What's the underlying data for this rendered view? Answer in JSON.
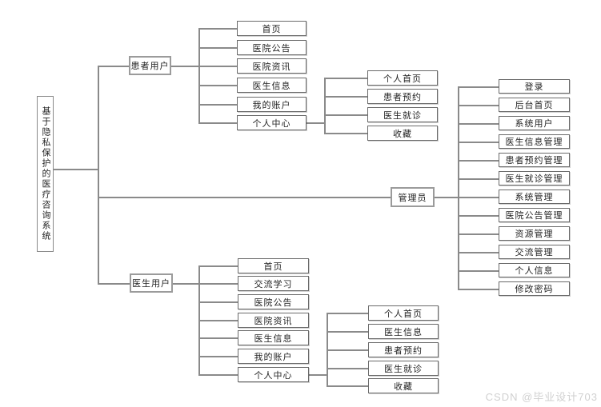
{
  "diagram": {
    "root": {
      "label": "基于隐私保护的医疗咨询系统"
    },
    "patient": {
      "label": "患者用户",
      "items": [
        "首页",
        "医院公告",
        "医院资讯",
        "医生信息",
        "我的账户",
        "个人中心"
      ],
      "personal_center": [
        "个人首页",
        "患者预约",
        "医生就诊",
        "收藏"
      ]
    },
    "admin": {
      "label": "管理员",
      "items": [
        "登录",
        "后台首页",
        "系统用户",
        "医生信息管理",
        "患者预约管理",
        "医生就诊管理",
        "系统管理",
        "医院公告管理",
        "资源管理",
        "交流管理",
        "个人信息",
        "修改密码"
      ]
    },
    "doctor": {
      "label": "医生用户",
      "items": [
        "首页",
        "交流学习",
        "医院公告",
        "医院资讯",
        "医生信息",
        "我的账户",
        "个人中心"
      ],
      "personal_center": [
        "个人首页",
        "医生信息",
        "患者预约",
        "医生就诊",
        "收藏"
      ]
    }
  },
  "watermark": "CSDN @毕业设计703",
  "colors": {
    "background": "#ffffff",
    "box_border": "#6a6a6a",
    "group_border": "#9b9b9b",
    "line": "#8a8a8a",
    "text": "#1f1f1f",
    "watermark": "#d0d0d0"
  }
}
